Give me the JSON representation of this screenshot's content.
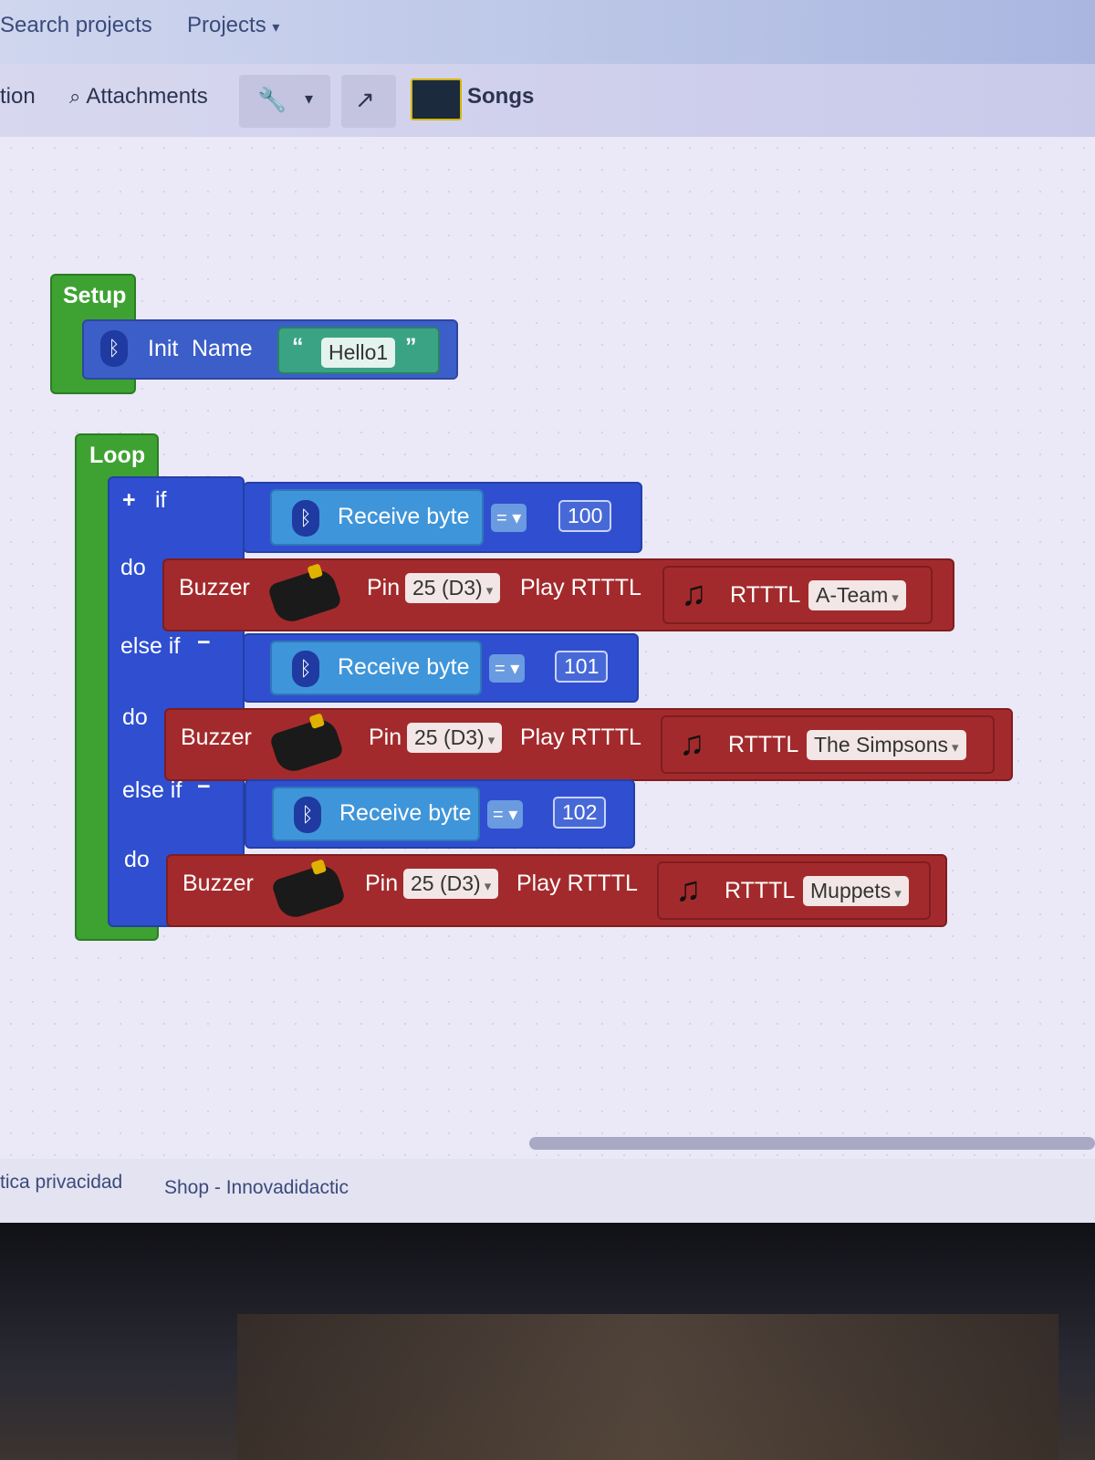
{
  "topbar": {
    "search_label": "Search projects",
    "projects_label": "Projects",
    "projects_arrow": "▾"
  },
  "toolbar": {
    "partial_label": "tion",
    "attachments_label": "Attachments",
    "wrench_icon": "wrench-icon",
    "dropdown_arrow": "▾",
    "share_icon": "share-icon",
    "project_name": "Songs"
  },
  "setup": {
    "title": "Setup",
    "init_label": "Init",
    "name_label": "Name",
    "quote_open": "“",
    "name_value": "Hello1",
    "quote_close": "”"
  },
  "loop": {
    "title": "Loop",
    "plus": "+",
    "if_label": "if",
    "do_label": "do",
    "else_if_label": "else if",
    "minus": "−",
    "branches": [
      {
        "receive_label": "Receive byte",
        "op": "= ▾",
        "value": "100",
        "buzzer_label": "Buzzer",
        "pin_label": "Pin",
        "pin_value": "25 (D3)",
        "play_label": "Play RTTTL",
        "rtttl_label": "RTTTL",
        "song": "A-Team"
      },
      {
        "receive_label": "Receive byte",
        "op": "= ▾",
        "value": "101",
        "buzzer_label": "Buzzer",
        "pin_label": "Pin",
        "pin_value": "25 (D3)",
        "play_label": "Play RTTTL",
        "rtttl_label": "RTTTL",
        "song": "The Simpsons"
      },
      {
        "receive_label": "Receive byte",
        "op": "= ▾",
        "value": "102",
        "buzzer_label": "Buzzer",
        "pin_label": "Pin",
        "pin_value": "25 (D3)",
        "play_label": "Play RTTTL",
        "rtttl_label": "RTTTL",
        "song": "Muppets"
      }
    ]
  },
  "footer": {
    "privacy_label": "tica privacidad",
    "shop_label": "Shop - Innovadidactic"
  },
  "colors": {
    "setup_green": "#3ea232",
    "logic_blue": "#3c5ec8",
    "bluetooth_blue": "#3f95d9",
    "buzzer_red": "#a32a2c",
    "text_green": "#3aa384"
  }
}
